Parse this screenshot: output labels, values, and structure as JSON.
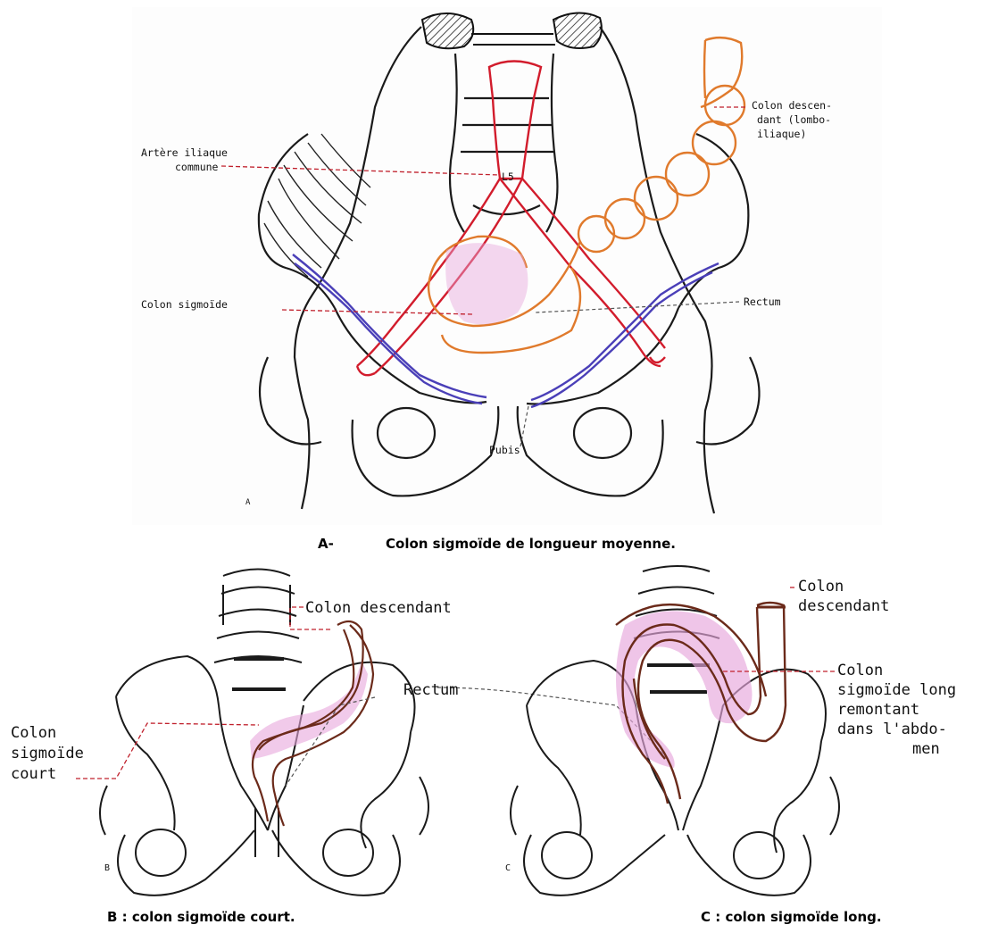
{
  "panel_a": {
    "letter": "A",
    "labels": {
      "colon_descendant": [
        "Colon descen-",
        "dant (lombo-",
        "iliaque)"
      ],
      "artere_iliaque": [
        "Artère iliaque",
        "commune"
      ],
      "l5": "L5",
      "colon_sigmoide": "Colon sigmoïde",
      "rectum": "Rectum",
      "pubis": "Pubis"
    },
    "caption_prefix": "A-",
    "caption": "Colon sigmoïde de longueur moyenne."
  },
  "panel_b": {
    "letter": "B",
    "labels": {
      "colon_descendant": "Colon descendant",
      "colon_sigmoide_court": [
        "Colon",
        "sigmoïde",
        "court"
      ],
      "rectum": "Rectum"
    },
    "caption": "B : colon sigmoïde court."
  },
  "panel_c": {
    "letter": "C",
    "labels": {
      "colon_descendant": [
        "Colon",
        "descendant"
      ],
      "colon_sigmoide_long": [
        "Colon",
        "sigmoïde long",
        "remontant",
        "dans l'abdo-",
        "men"
      ]
    },
    "caption": "C : colon sigmoïde long."
  },
  "colors": {
    "artery": "#d21c2c",
    "colon": "#e07a2c",
    "ureter": "#4a3fb8",
    "mucosa": "#e7a6dc",
    "bone": "#1a1a1a",
    "leader": "#c0202c"
  }
}
